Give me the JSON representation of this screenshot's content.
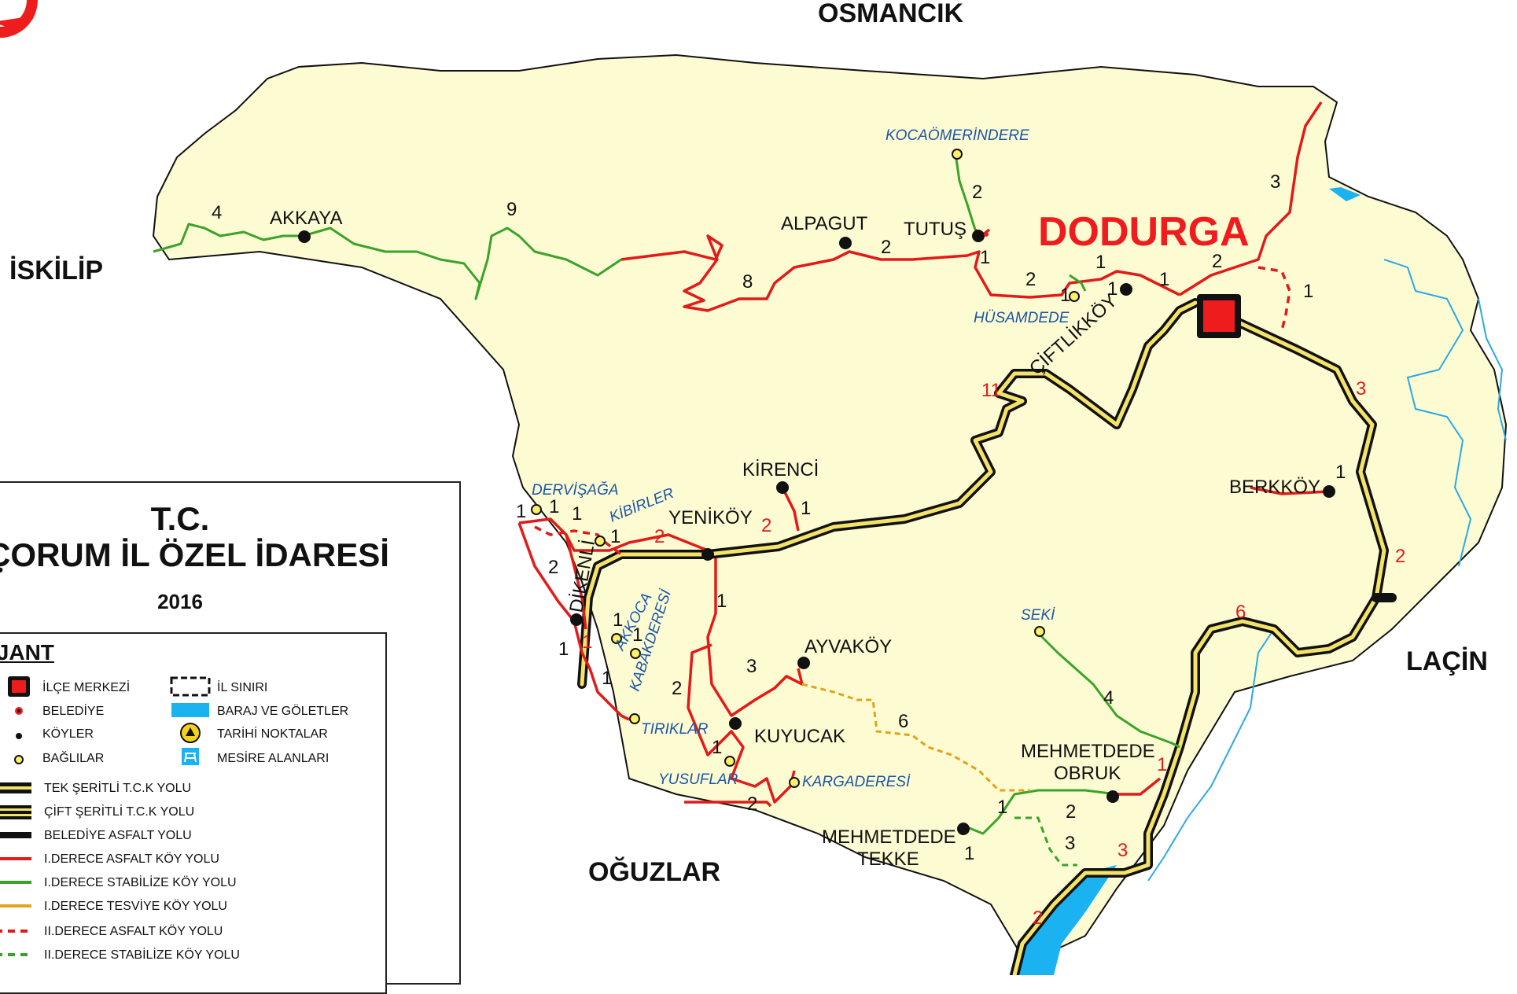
{
  "map": {
    "district_name": "DODURGA",
    "neighbors": {
      "north": "OSMANCIK",
      "west": "İSKİLİP",
      "east": "LAÇİN",
      "south": "OĞUZLAR"
    },
    "villages": [
      {
        "id": "akkaya",
        "name": "AKKAYA"
      },
      {
        "id": "alpagut",
        "name": "ALPAGUT"
      },
      {
        "id": "tutus",
        "name": "TUTUŞ"
      },
      {
        "id": "kirenci",
        "name": "KİRENCİ"
      },
      {
        "id": "yenikoy",
        "name": "YENİKÖY"
      },
      {
        "id": "berkkoy",
        "name": "BERKKÖY"
      },
      {
        "id": "ayvakoy",
        "name": "AYVAKÖY"
      },
      {
        "id": "kuyucak",
        "name": "KUYUCAK"
      },
      {
        "id": "mehmetdede-obruk-1",
        "name": "MEHMETDEDE"
      },
      {
        "id": "mehmetdede-obruk-2",
        "name": "OBRUK"
      },
      {
        "id": "mehmetdede-tekke-1",
        "name": "MEHMETDEDE"
      },
      {
        "id": "mehmetdede-tekke-2",
        "name": "TEKKE"
      },
      {
        "id": "dikenli",
        "name": "DİKENLİ"
      },
      {
        "id": "ciftlikkoy",
        "name": "ÇİFTLİKKÖY"
      }
    ],
    "hamlets": [
      {
        "id": "kocaomerindere",
        "name": "KOCAÖMERİNDERE"
      },
      {
        "id": "husamdede",
        "name": "HÜSAMDEDE"
      },
      {
        "id": "dervisaga",
        "name": "DERVİŞAĞA"
      },
      {
        "id": "kibirler",
        "name": "KİBİRLER"
      },
      {
        "id": "akkoca",
        "name": "AKKOCA"
      },
      {
        "id": "kabakderesi",
        "name": "KABAKDERESİ"
      },
      {
        "id": "tiriklar",
        "name": "TIRIKLAR"
      },
      {
        "id": "yusuflar",
        "name": "YUSUFLAR"
      },
      {
        "id": "kargaderesi",
        "name": "KARGADERESİ"
      },
      {
        "id": "seki",
        "name": "SEKİ"
      }
    ],
    "road_numbers_black": [
      "4",
      "9",
      "8",
      "2",
      "1",
      "2",
      "2",
      "1",
      "1",
      "1",
      "1",
      "3",
      "2",
      "1",
      "1",
      "1",
      "1",
      "1",
      "1",
      "2",
      "1",
      "1",
      "1",
      "1",
      "3",
      "2",
      "1",
      "2",
      "1",
      "6",
      "4",
      "1",
      "2",
      "1",
      "3",
      "1"
    ],
    "road_numbers_red": [
      "11",
      "3",
      "2",
      "6",
      "1",
      "3",
      "2",
      "2",
      "2",
      "1"
    ]
  },
  "panel": {
    "title_line1": "T.C.",
    "title_line2": "ÇORUM İL ÖZEL İDARESİ",
    "year": "2016",
    "legend_heading": "LEJANT",
    "legend": {
      "ilce_merkezi": "İLÇE MERKEZİ",
      "belediye": "BELEDİYE",
      "koyler": "KÖYLER",
      "baglilar": "BAĞLILAR",
      "il_siniri": "İL SINIRI",
      "baraj": "BARAJ VE GÖLETLER",
      "tarihi": "TARİHİ NOKTALAR",
      "mesire": "MESİRE ALANLARI",
      "tek_serit": "TEK ŞERİTLİ T.C.K YOLU",
      "cift_serit": "ÇİFT ŞERİTLİ T.C.K YOLU",
      "belediye_asfalt": "BELEDİYE ASFALT YOLU",
      "d1_asfalt": "I.DERECE ASFALT KÖY YOLU",
      "d1_stabilize": "I.DERECE STABİLİZE KÖY YOLU",
      "d1_tesviye": "I.DERECE TESVİYE KÖY YOLU",
      "d2_asfalt": "II.DERECE ASFALT KÖY YOLU",
      "d2_stabilize": "II.DERECE STABİLİZE KÖY YOLU"
    }
  },
  "colors": {
    "land": "#fdfbd2",
    "asphalt_red": "#e21a1a",
    "stabilize_green": "#3aa32a",
    "tesviye_orange": "#e3a21a",
    "water": "#1ab2f0",
    "river": "#2aa9e8",
    "road_black": "#111111",
    "road_yellow": "#f3e36a"
  },
  "icons": {
    "district_center": "red-square-icon",
    "municipality": "red-dot-icon",
    "village": "black-dot-icon",
    "hamlet": "yellow-ring-icon",
    "historic": "historic-point-icon",
    "picnic": "picnic-table-icon"
  }
}
